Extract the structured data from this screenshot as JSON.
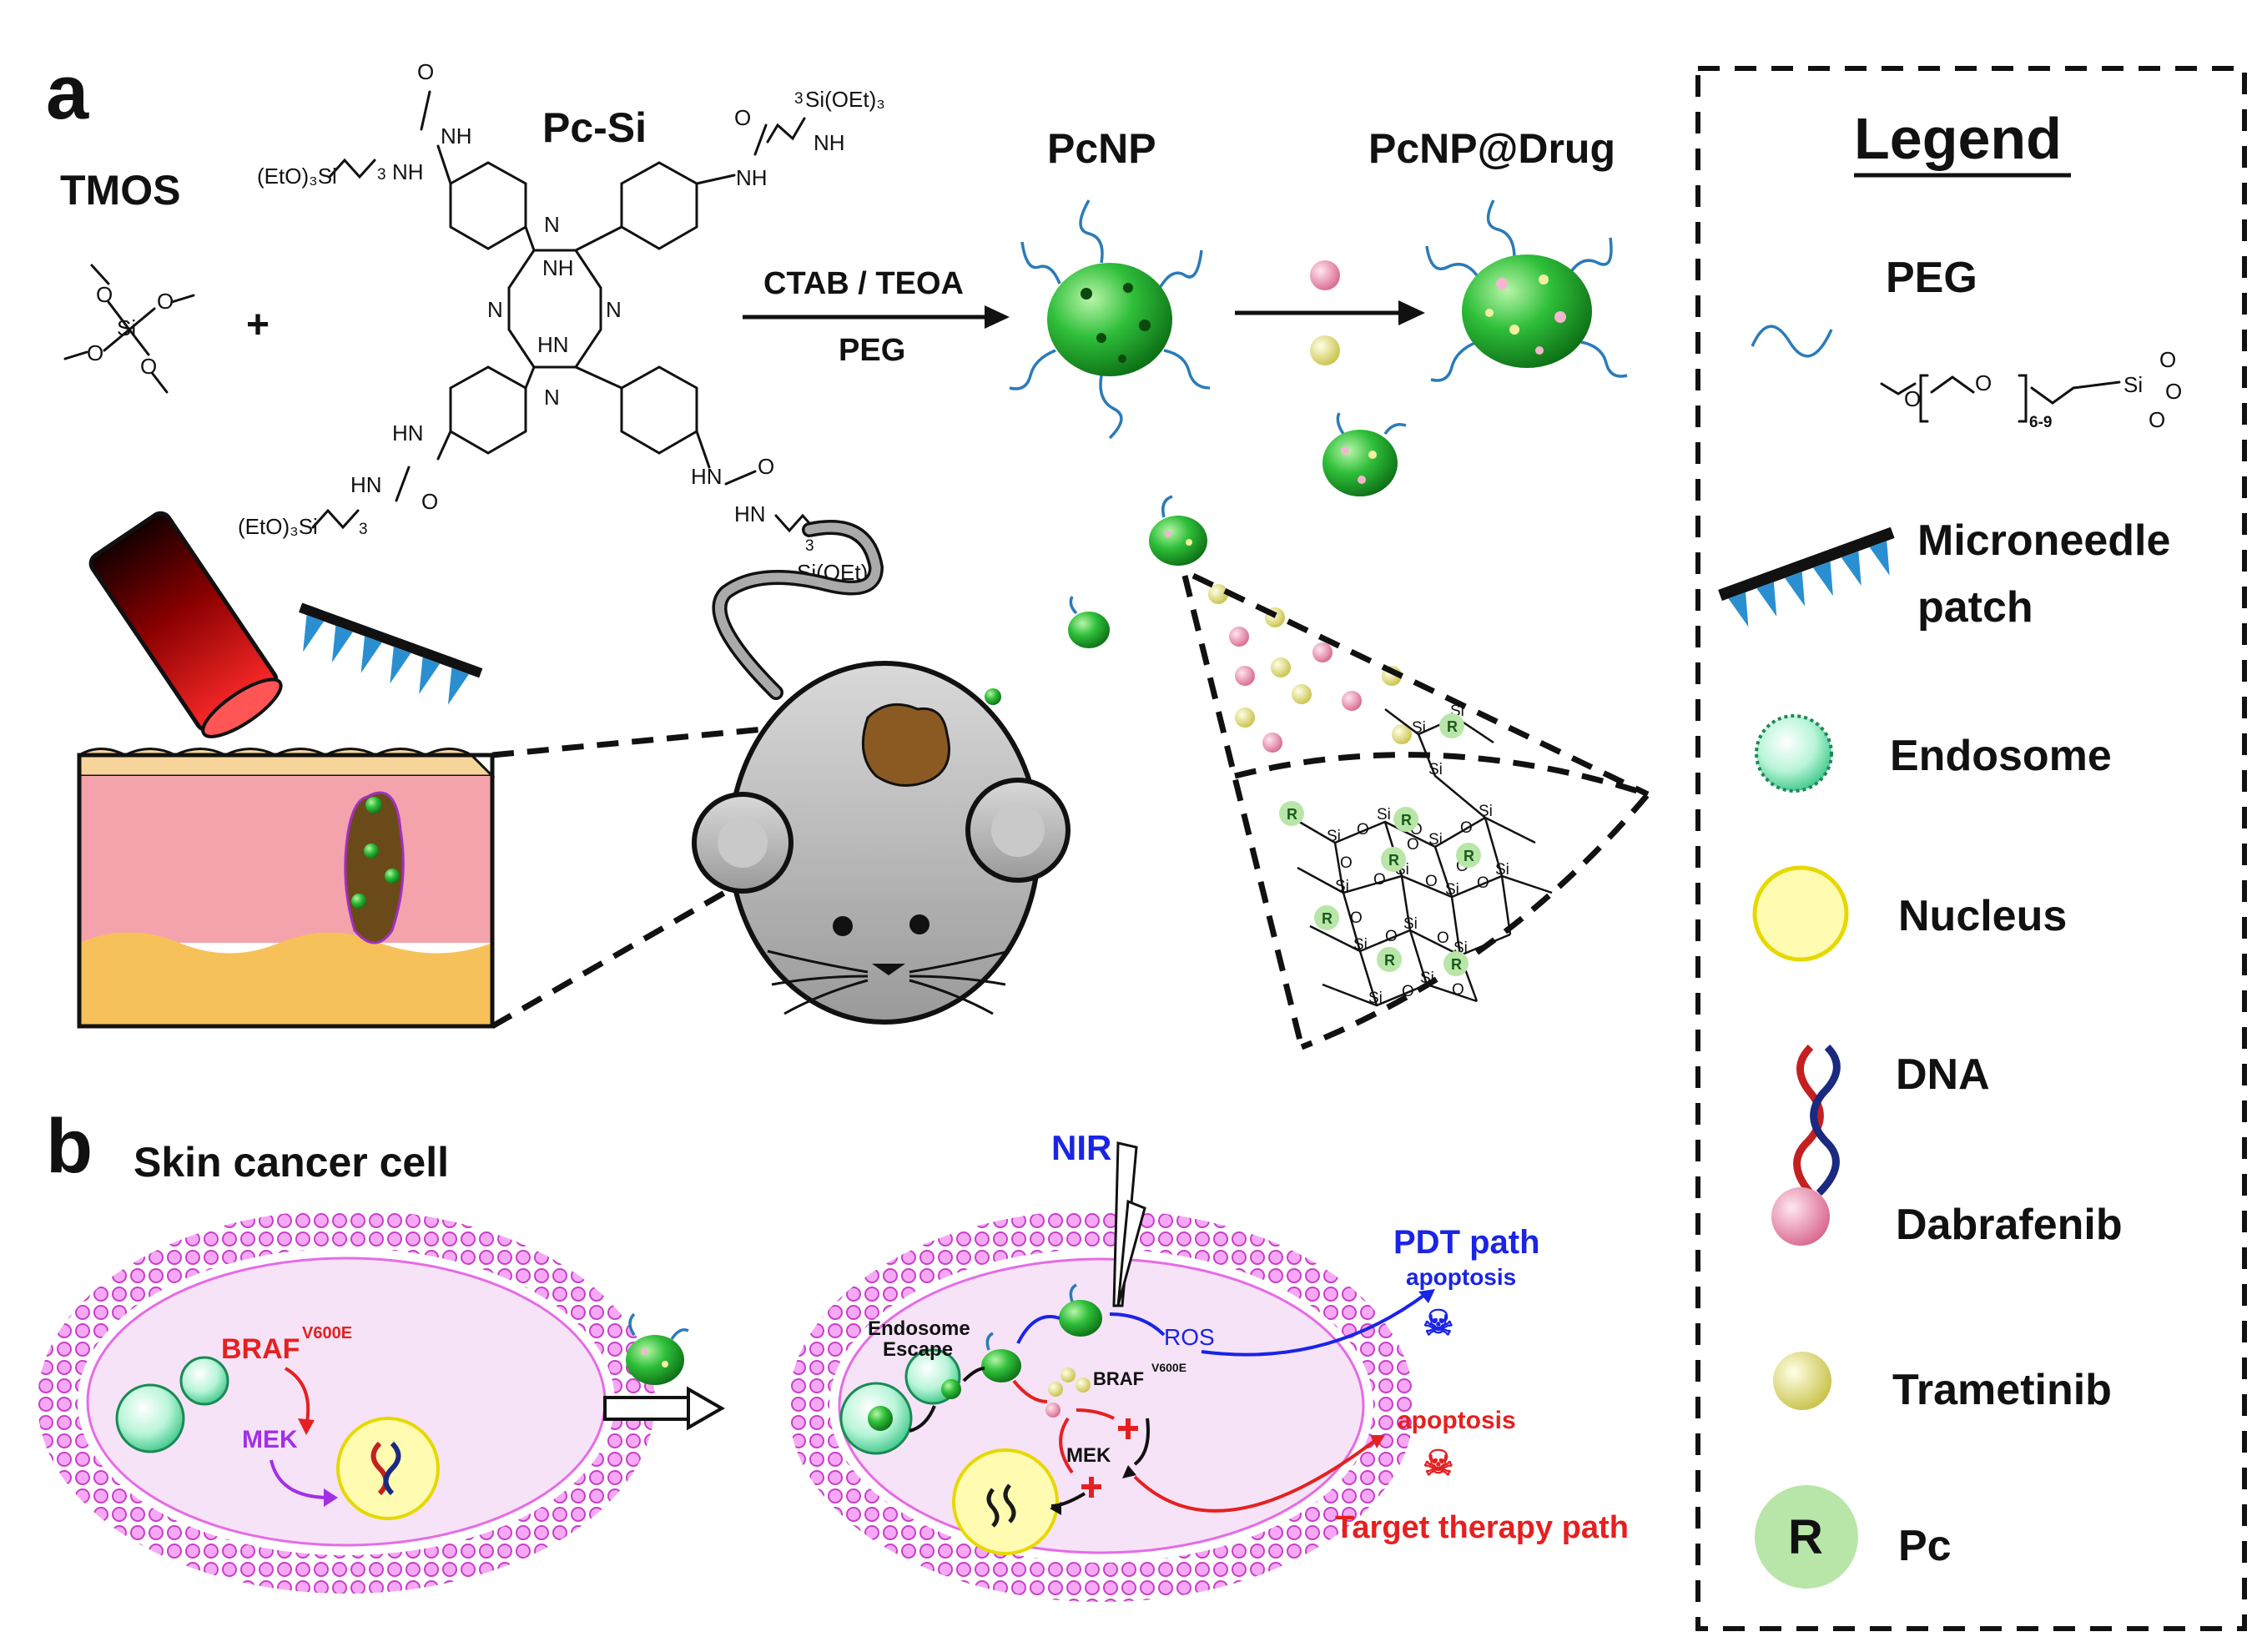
{
  "panel_a": {
    "label": "a",
    "tmos": "TMOS",
    "plus": "+",
    "pc_si": "Pc-Si",
    "pcnp": "PcNP",
    "pcnp_drug": "PcNP@Drug",
    "reaction_top": "CTAB / TEOA",
    "reaction_bottom": "PEG",
    "chem": {
      "etosi": "(EtO)₃Si",
      "sioet": "Si(OEt)₃",
      "sub3": "3",
      "nh": "NH",
      "hn": "HN",
      "h": "H",
      "n": "N",
      "o": "O",
      "si": "Si",
      "r": "R"
    }
  },
  "panel_b": {
    "label": "b",
    "title": "Skin cancer cell",
    "braf": "BRAF",
    "braf_sup": "V600E",
    "mek": "MEK",
    "nir": "NIR",
    "endosome_escape_1": "Endosome",
    "endosome_escape_2": "Escape",
    "ros": "ROS",
    "pdt_path": "PDT path",
    "apoptosis_blue": "apoptosis",
    "apoptosis_red": "apoptosis",
    "target_path": "Target therapy path",
    "skull": "☠"
  },
  "legend": {
    "title": "Legend",
    "items": [
      {
        "label": "PEG",
        "icon": "peg-icon"
      },
      {
        "label": "Microneedle",
        "label2": "patch",
        "icon": "microneedle-patch-icon"
      },
      {
        "label": "Endosome",
        "icon": "endosome-icon"
      },
      {
        "label": "Nucleus",
        "icon": "nucleus-icon"
      },
      {
        "label": "DNA",
        "icon": "dna-icon"
      },
      {
        "label": "Dabrafenib",
        "icon": "dabrafenib-icon"
      },
      {
        "label": "Trametinib",
        "icon": "trametinib-icon"
      },
      {
        "label": "Pc",
        "icon": "pc-icon"
      }
    ],
    "peg_formula_sub": "6-9",
    "r_letter": "R"
  },
  "colors": {
    "nanoparticle": "#1fa82c",
    "peg": "#2a7bb8",
    "membrane": "#e66be6",
    "cytoplasm": "#f7e3f7",
    "nucleus": "#fffbb0",
    "endosome": "#9ef0c8",
    "dabrafenib": "#f0a0c0",
    "trametinib": "#f0eb90",
    "pc": "#b8e6a8",
    "skin_pink": "#f4a3ad",
    "skin_yellow": "#f7c15a",
    "tumor": "#6b4a1a",
    "red": "#e52020",
    "blue": "#1a24e6",
    "purple": "#a030e6"
  }
}
